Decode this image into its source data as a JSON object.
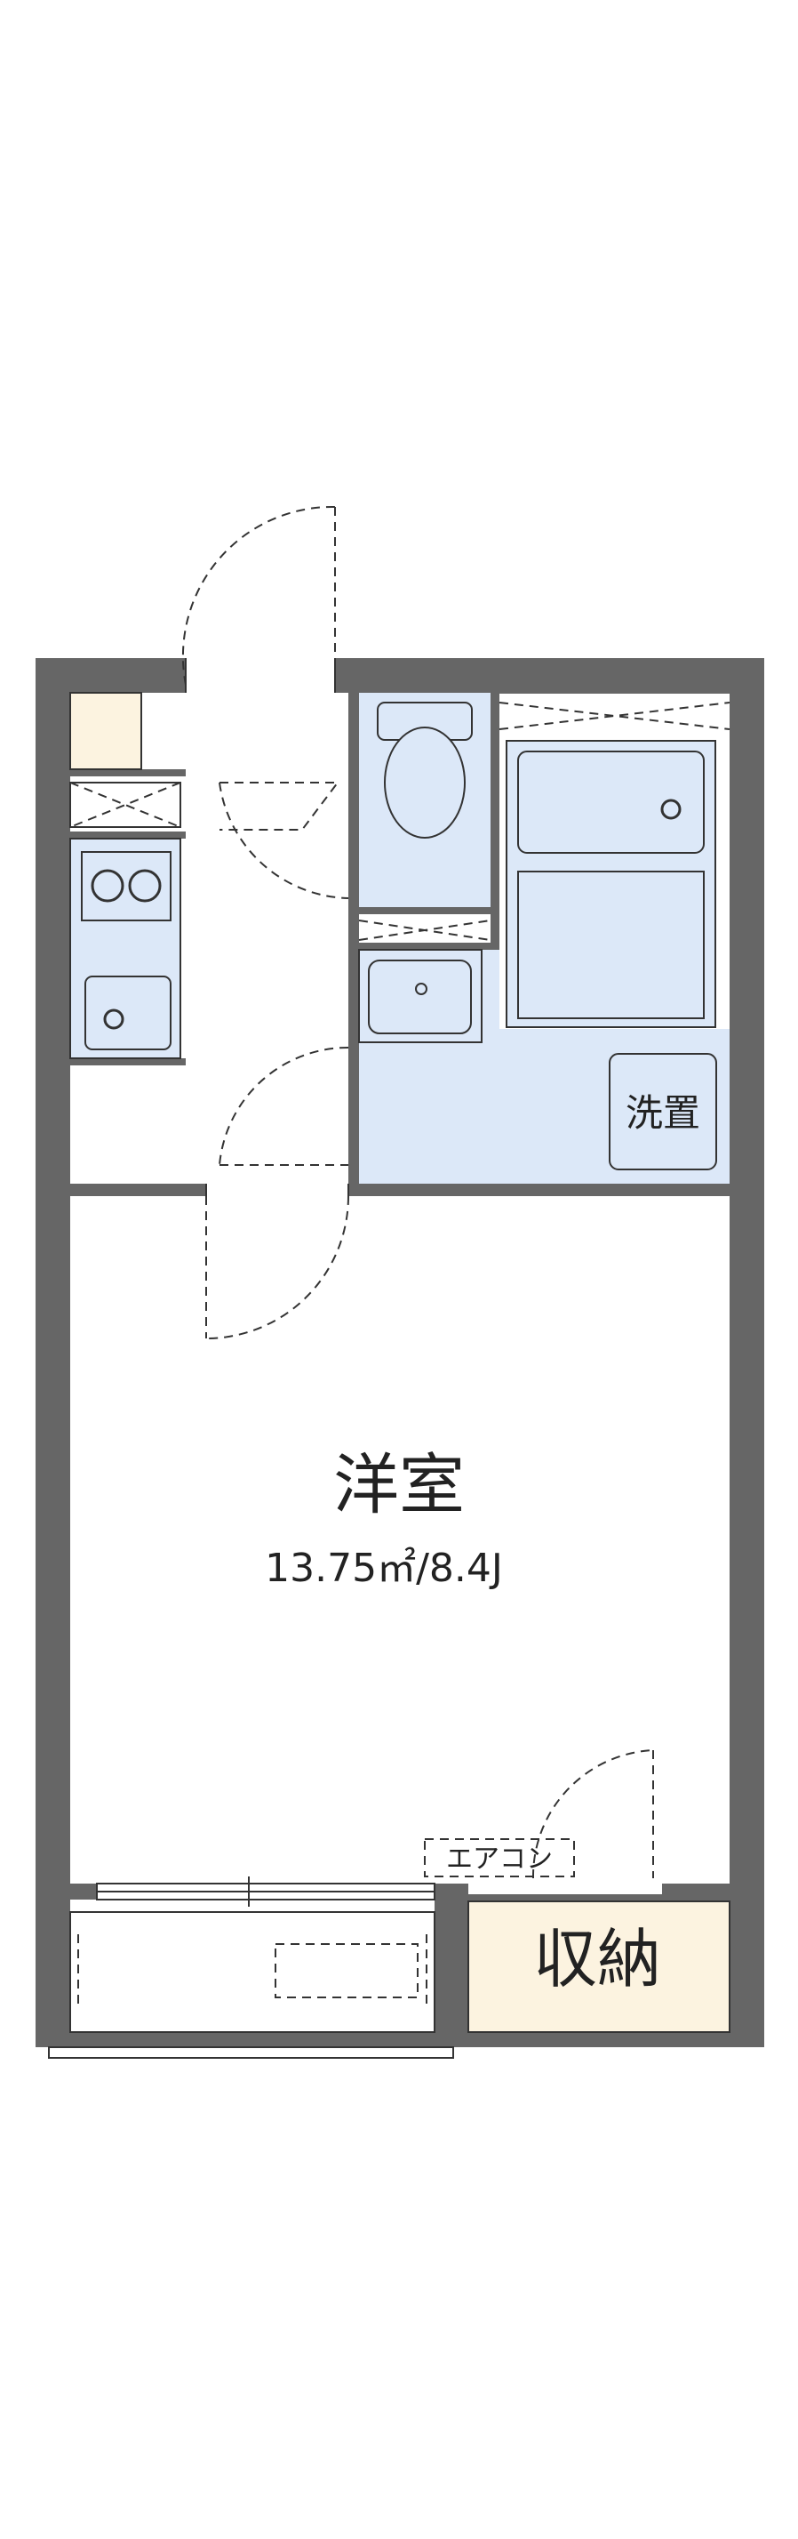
{
  "rooms": {
    "western_room": {
      "label": "洋室",
      "area": "13.75㎡/8.4J"
    },
    "washer": {
      "label": "洗置"
    },
    "storage": {
      "label": "収納"
    },
    "aircon": {
      "label": "エアコン"
    }
  },
  "colors": {
    "wall": "#666666",
    "wet_area": "#dce8f8",
    "storage_fill": "#fcf3e0",
    "line": "#333333",
    "background": "#ffffff"
  }
}
